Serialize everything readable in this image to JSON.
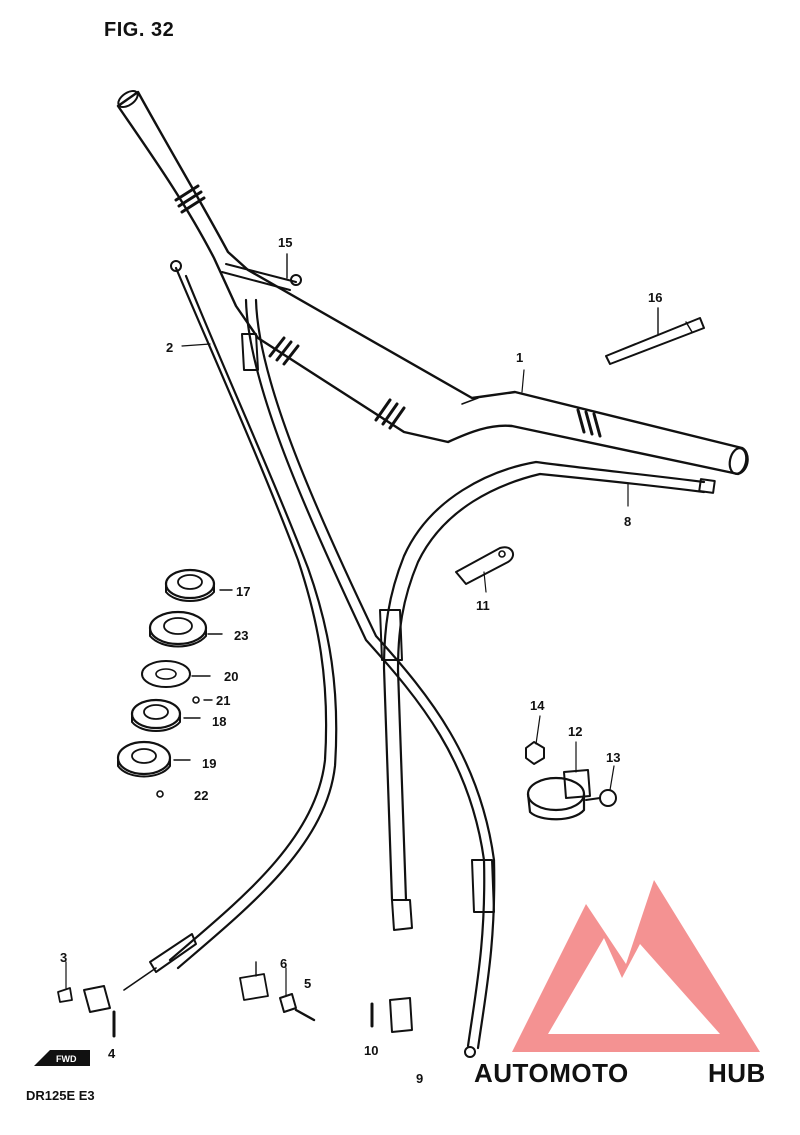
{
  "figure": {
    "title": "FIG. 32",
    "model": "DR125E  E3",
    "fwd_label": "FWD"
  },
  "parts": [
    {
      "id": "1",
      "label": "1"
    },
    {
      "id": "2",
      "label": "2"
    },
    {
      "id": "3",
      "label": "3"
    },
    {
      "id": "4",
      "label": "4"
    },
    {
      "id": "5",
      "label": "5"
    },
    {
      "id": "6",
      "label": "6"
    },
    {
      "id": "8",
      "label": "8"
    },
    {
      "id": "9",
      "label": "9"
    },
    {
      "id": "10",
      "label": "10"
    },
    {
      "id": "11",
      "label": "11"
    },
    {
      "id": "12",
      "label": "12"
    },
    {
      "id": "13",
      "label": "13"
    },
    {
      "id": "14",
      "label": "14"
    },
    {
      "id": "15",
      "label": "15"
    },
    {
      "id": "16",
      "label": "16"
    },
    {
      "id": "17",
      "label": "17"
    },
    {
      "id": "18",
      "label": "18"
    },
    {
      "id": "19",
      "label": "19"
    },
    {
      "id": "20",
      "label": "20"
    },
    {
      "id": "21",
      "label": "21"
    },
    {
      "id": "22",
      "label": "22"
    },
    {
      "id": "23",
      "label": "23"
    }
  ],
  "watermark": {
    "text_left": "AUTOMOTO",
    "text_right": "HUB",
    "color_left": "#f5a35a",
    "color_right": "#9a9a9a",
    "logo_color": "#f27f7f"
  }
}
